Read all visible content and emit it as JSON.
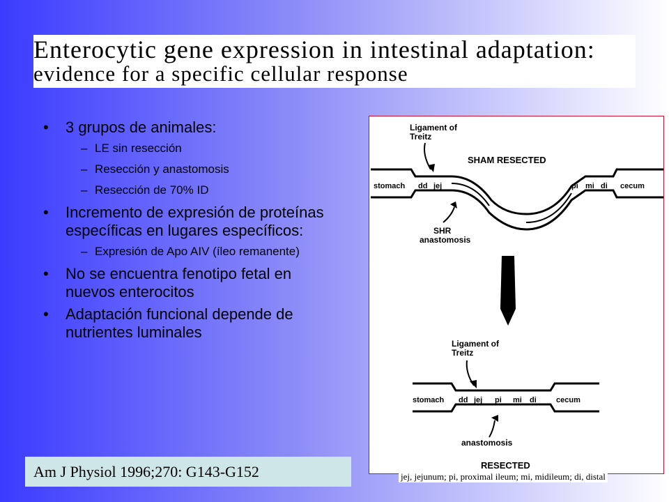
{
  "title": {
    "line1": "Enterocytic gene expression in intestinal adaptation:",
    "line2": "evidence for a specific cellular response"
  },
  "bullets": [
    {
      "text": "3 grupos de animales:",
      "sub": [
        "LE sin resección",
        "Resección y anastomosis",
        "Resección de 70% ID"
      ]
    },
    {
      "text": "Incremento de expresión de proteínas específicas en lugares específicos:",
      "sub": [
        "Expresión de Apo AIV (íleo remanente)"
      ]
    },
    {
      "text": "No se encuentra fenotipo fetal en nuevos enterocitos",
      "sub": []
    },
    {
      "text": "Adaptación funcional depende de nutrientes luminales",
      "sub": []
    }
  ],
  "figure": {
    "top_ligament": "Ligament of\nTreitz",
    "sham_title": "SHAM RESECTED",
    "segments_top": [
      "stomach",
      "dd",
      "jej",
      "pi",
      "mi",
      "di",
      "cecum"
    ],
    "shr_label": "SHR\nanastomosis",
    "bottom_ligament": "Ligament of\nTreitz",
    "segments_bottom": [
      "stomach",
      "dd",
      "jej",
      "pi",
      "mi",
      "di",
      "cecum"
    ],
    "anastomosis_label": "anastomosis",
    "resected_title": "RESECTED"
  },
  "caption": "jej, jejunum; pi, proximal ileum; mi, midileum; di, distal",
  "citation": "Am J Physiol 1996;270: G143-G152"
}
